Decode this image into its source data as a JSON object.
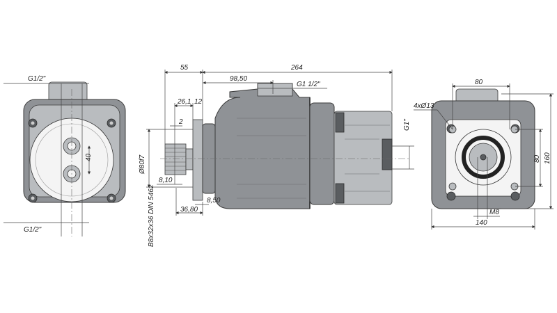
{
  "drawing": {
    "left_view": {
      "port_top_label": "G1/2\"",
      "port_bottom_label": "G1/2\"",
      "port_spacing": "40"
    },
    "side_view": {
      "shaft_length": "55",
      "body_length": "264",
      "port_position": "98,50",
      "port_label": "G1 1/2\"",
      "spline_offset": "26,1",
      "flange_offset": "12",
      "groove_width": "2",
      "pilot_diameter": "Ø80f7",
      "spline_start": "8,10",
      "spline_length": "36,80",
      "flange_thickness": "8,50",
      "spline_spec": "B8x32x36 DIN 5462",
      "rear_port_label": "G1\""
    },
    "right_view": {
      "bolt_holes": "4xØ13",
      "bolt_spacing_horizontal": "80",
      "bolt_spacing_vertical": "80",
      "height": "160",
      "thread": "M8",
      "width": "140"
    }
  }
}
